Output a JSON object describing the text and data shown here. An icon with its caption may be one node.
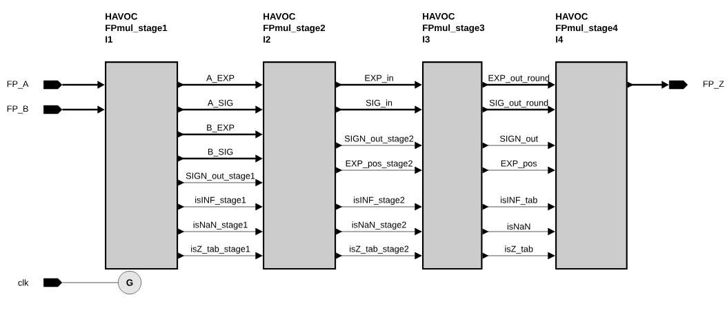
{
  "diagram": {
    "nodes": [
      {
        "text": [
          "FP_A"
        ]
      },
      {
        "text": [
          "FP_B"
        ]
      },
      {
        "text": [
          "HAVOC",
          "FPmul_stage1",
          "I1"
        ]
      },
      {
        "text": [
          "HAVOC",
          "FPmul_stage2",
          "I2"
        ]
      },
      {
        "text": [
          "HAVOC",
          "FPmul_stage3",
          "I3"
        ]
      },
      {
        "text": [
          "HAVOC",
          "FPmul_stage4",
          "I4"
        ]
      },
      {
        "text": [
          "FP_Z"
        ]
      },
      {
        "text": [
          "clk"
        ]
      },
      {
        "text": [
          "G"
        ]
      }
    ],
    "edges": [
      {
        "from": 0,
        "to": 2,
        "arrow": "to",
        "style": "thick"
      },
      {
        "from": 1,
        "to": 2,
        "arrow": "to",
        "style": "thick"
      },
      {
        "from": 2,
        "to": 3,
        "arrow": "to",
        "style": "thick",
        "label": "A_EXP"
      },
      {
        "from": 2,
        "to": 3,
        "arrow": "to",
        "style": "thick",
        "label": "A_SIG"
      },
      {
        "from": 2,
        "to": 3,
        "arrow": "to",
        "style": "thick",
        "label": "B_EXP"
      },
      {
        "from": 2,
        "to": 3,
        "arrow": "to",
        "style": "thick",
        "label": "B_SIG"
      },
      {
        "from": 2,
        "to": 3,
        "arrow": "to",
        "label": "SIGN_out_stage1"
      },
      {
        "from": 2,
        "to": 3,
        "arrow": "to",
        "label": "isINF_stage1"
      },
      {
        "from": 2,
        "to": 3,
        "arrow": "to",
        "label": "isNaN_stage1"
      },
      {
        "from": 2,
        "to": 3,
        "arrow": "to",
        "label": "isZ_tab_stage1"
      },
      {
        "from": 3,
        "to": 4,
        "arrow": "to",
        "style": "thick",
        "label": "EXP_in"
      },
      {
        "from": 3,
        "to": 4,
        "arrow": "to",
        "style": "thick",
        "label": "SIG_in"
      },
      {
        "from": 3,
        "to": 4,
        "arrow": "to",
        "label": "SIGN_out_stage2"
      },
      {
        "from": 3,
        "to": 4,
        "arrow": "to",
        "label": "EXP_pos_stage2"
      },
      {
        "from": 3,
        "to": 4,
        "arrow": "to",
        "label": "isINF_stage2"
      },
      {
        "from": 3,
        "to": 4,
        "arrow": "to",
        "label": "isNaN_stage2"
      },
      {
        "from": 3,
        "to": 4,
        "arrow": "to",
        "label": "isZ_tab_stage2"
      },
      {
        "from": 4,
        "to": 5,
        "arrow": "to",
        "style": "thick",
        "label": "EXP_out_round"
      },
      {
        "from": 4,
        "to": 5,
        "arrow": "to",
        "style": "thick",
        "label": "SIG_out_round"
      },
      {
        "from": 4,
        "to": 5,
        "arrow": "to",
        "label": "SIGN_out"
      },
      {
        "from": 4,
        "to": 5,
        "arrow": "to",
        "label": "EXP_pos"
      },
      {
        "from": 4,
        "to": 5,
        "arrow": "to",
        "label": "isINF_tab"
      },
      {
        "from": 4,
        "to": 5,
        "arrow": "to",
        "label": "isNaN"
      },
      {
        "from": 4,
        "to": 5,
        "arrow": "to",
        "label": "isZ_tab"
      },
      {
        "from": 5,
        "to": 6,
        "arrow": "to",
        "style": "thick"
      },
      {
        "from": 7,
        "to": 8,
        "arrow": "none"
      }
    ]
  }
}
